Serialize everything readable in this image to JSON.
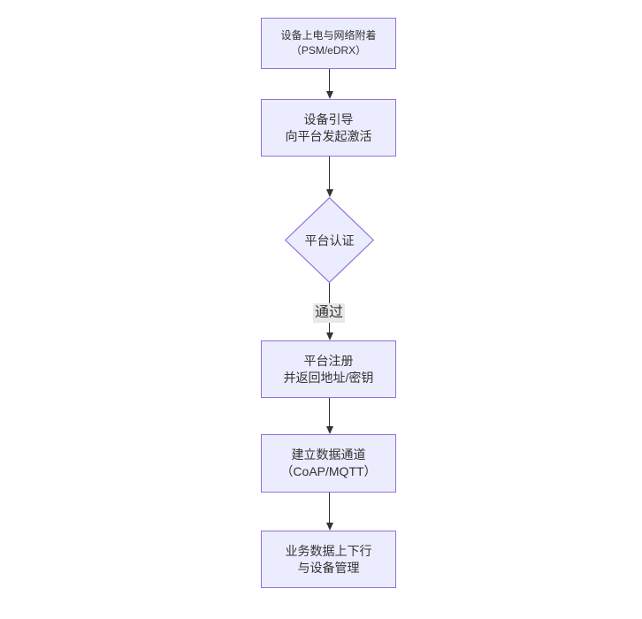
{
  "diagram": {
    "type": "flowchart",
    "direction": "top-down",
    "background": "#ffffff",
    "colors": {
      "node_fill": "#ECECFF",
      "node_border": "#9370DB",
      "edge_line": "#333333",
      "text": "#333333",
      "edge_label_bg": "#e8e8e8"
    },
    "nodes": [
      {
        "id": "A",
        "shape": "rect",
        "lines": [
          "设备上电与网络附着",
          "（PSM/eDRX）"
        ]
      },
      {
        "id": "B",
        "shape": "rect",
        "lines": [
          "设备引导",
          "向平台发起激活"
        ]
      },
      {
        "id": "C",
        "shape": "diamond",
        "lines": [
          "平台认证"
        ]
      },
      {
        "id": "D",
        "shape": "rect",
        "lines": [
          "平台注册",
          "并返回地址/密钥"
        ]
      },
      {
        "id": "E",
        "shape": "rect",
        "lines": [
          "建立数据通道",
          "（CoAP/MQTT）"
        ]
      },
      {
        "id": "F",
        "shape": "rect",
        "lines": [
          "业务数据上下行",
          "与设备管理"
        ]
      }
    ],
    "edges": [
      {
        "from": "A",
        "to": "B",
        "label": ""
      },
      {
        "from": "B",
        "to": "C",
        "label": ""
      },
      {
        "from": "C",
        "to": "D",
        "label": "通过"
      },
      {
        "from": "D",
        "to": "E",
        "label": ""
      },
      {
        "from": "E",
        "to": "F",
        "label": ""
      }
    ]
  }
}
